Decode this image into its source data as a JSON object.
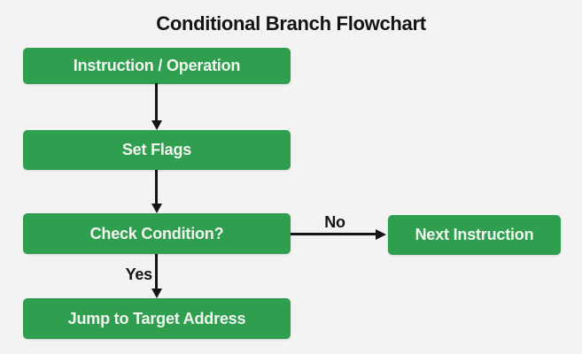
{
  "title": "Conditional Branch Flowchart",
  "colors": {
    "background": "#f2f3f2",
    "node_fill": "#2f9e4e",
    "node_text": "#f0f6f0",
    "arrow": "#141414",
    "title_text": "#141414"
  },
  "flowchart": {
    "nodes": [
      {
        "id": "instruction",
        "label": "Instruction / Operation"
      },
      {
        "id": "set-flags",
        "label": "Set Flags"
      },
      {
        "id": "check-condition",
        "label": "Check Condition?"
      },
      {
        "id": "jump-target",
        "label": "Jump to Target Address"
      },
      {
        "id": "next-instruction",
        "label": "Next Instruction"
      }
    ],
    "edges": [
      {
        "from": "instruction",
        "to": "set-flags",
        "label": ""
      },
      {
        "from": "set-flags",
        "to": "check-condition",
        "label": ""
      },
      {
        "from": "check-condition",
        "to": "jump-target",
        "label": "Yes"
      },
      {
        "from": "check-condition",
        "to": "next-instruction",
        "label": "No"
      }
    ]
  }
}
